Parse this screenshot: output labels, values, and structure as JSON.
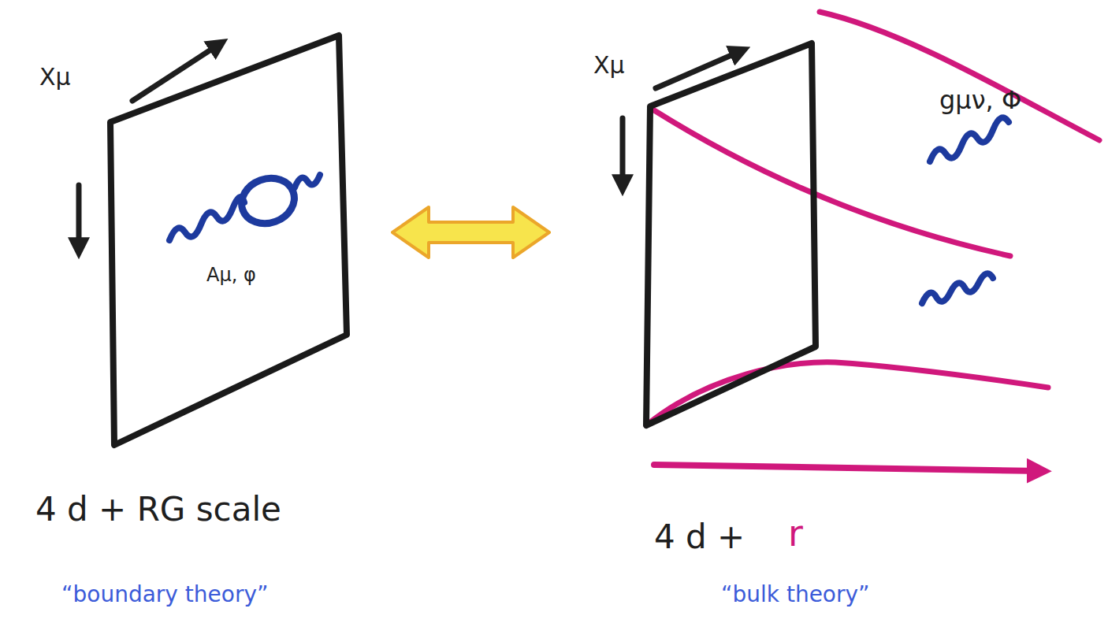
{
  "diagram": {
    "nodes": [
      {
        "text": [
          "Xμ",
          "Aμ, φ"
        ]
      },
      {
        "text": [
          "Xμ"
        ]
      }
    ],
    "edges": [
      {
        "from": 0,
        "to": 1,
        "arrow": "both"
      }
    ],
    "labels": [
      "4 d + RG scale",
      "gμν, Φ",
      "4 d +",
      "r",
      "“boundary theory”",
      "“bulk theory”"
    ]
  }
}
